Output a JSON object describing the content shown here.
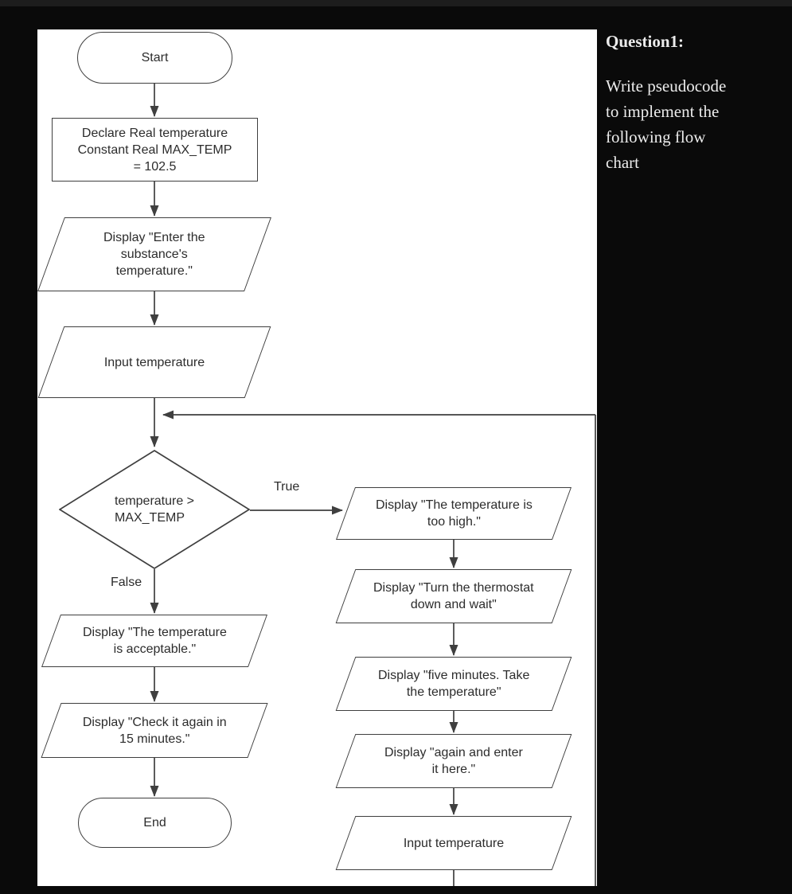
{
  "question": {
    "title": "Question1:",
    "body": "Write pseudocode\nto implement the\nfollowing flow\nchart"
  },
  "flowchart": {
    "nodes": {
      "start": "Start",
      "declare": "Declare Real temperature\nConstant Real MAX_TEMP\n= 102.5",
      "display_enter": "Display \"Enter the\nsubstance's\ntemperature.\"",
      "input_temperature": "Input temperature",
      "decision": "temperature >\nMAX_TEMP",
      "display_acceptable": "Display \"The temperature\nis acceptable.\"",
      "display_check_again": "Display \"Check it again in\n15 minutes.\"",
      "end": "End",
      "display_too_high": "Display \"The temperature is\ntoo high.\"",
      "display_turn_thermostat": "Display \"Turn the thermostat\ndown and wait\"",
      "display_five_minutes": "Display \"five minutes. Take\nthe temperature\"",
      "display_again_enter": "Display \"again and enter\nit here.\"",
      "input_temperature_2": "Input temperature"
    },
    "branch_labels": {
      "true": "True",
      "false": "False"
    },
    "edges": [
      {
        "from": "start",
        "to": "declare"
      },
      {
        "from": "declare",
        "to": "display_enter"
      },
      {
        "from": "display_enter",
        "to": "input_temperature"
      },
      {
        "from": "input_temperature",
        "to": "decision"
      },
      {
        "from": "decision",
        "to": "display_too_high",
        "label": "True"
      },
      {
        "from": "decision",
        "to": "display_acceptable",
        "label": "False"
      },
      {
        "from": "display_acceptable",
        "to": "display_check_again"
      },
      {
        "from": "display_check_again",
        "to": "end"
      },
      {
        "from": "display_too_high",
        "to": "display_turn_thermostat"
      },
      {
        "from": "display_turn_thermostat",
        "to": "display_five_minutes"
      },
      {
        "from": "display_five_minutes",
        "to": "display_again_enter"
      },
      {
        "from": "display_again_enter",
        "to": "input_temperature_2"
      },
      {
        "from": "input_temperature_2",
        "to": "decision"
      }
    ],
    "colors": {
      "line": "#3f3f3f",
      "node_fill": "#ffffff",
      "node_text": "#2c2c2c",
      "panel_bg": "#ffffff",
      "page_bg": "#0a0a0a",
      "question_text": "#ececec"
    }
  }
}
